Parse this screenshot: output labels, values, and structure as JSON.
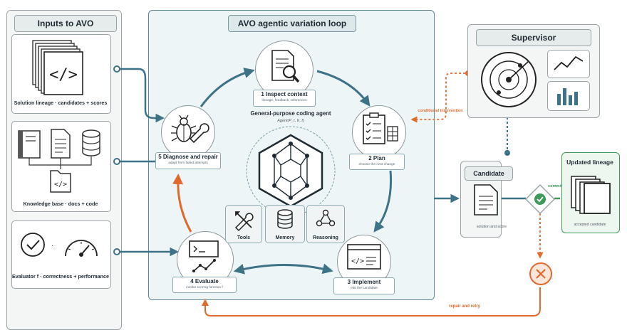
{
  "inputs": {
    "title": "Inputs to AVO",
    "lineage_caption": "Solution lineage · candidates + scores",
    "knowledge_caption": "Knowledge base · docs + code",
    "evaluator_caption": "Evaluator  f  · correctness + performance"
  },
  "loop": {
    "title": "AVO agentic variation loop",
    "agent_label": "General-purpose coding agent",
    "agent_sub": "Agent(P_t, K, f)",
    "steps": [
      {
        "title": "1  Inspect context",
        "sub": "lineage, feedback, references"
      },
      {
        "title": "2  Plan",
        "sub": "choose the next change"
      },
      {
        "title": "3  Implement",
        "sub": "edit the candidate"
      },
      {
        "title": "4  Evaluate",
        "sub": "invoke scoring function  f"
      },
      {
        "title": "5  Diagnose and repair",
        "sub": "adapt from failed attempts"
      }
    ],
    "tools": [
      {
        "label": "Tools"
      },
      {
        "label": "Memory"
      },
      {
        "label": "Reasoning"
      }
    ]
  },
  "supervisor": {
    "title": "Supervisor",
    "intervention_label": "conditional intervention"
  },
  "candidate": {
    "title": "Candidate",
    "sub": "solution and score"
  },
  "gate": {
    "commit_label": "commit",
    "repair_label": "repair and retry"
  },
  "updated": {
    "title": "Updated lineage",
    "sub": "accepted candidate"
  },
  "colors": {
    "teal": "#3d7287",
    "orange": "#e06a2c",
    "green": "#3f9a5a",
    "loop_bg": "#eef5f6"
  }
}
